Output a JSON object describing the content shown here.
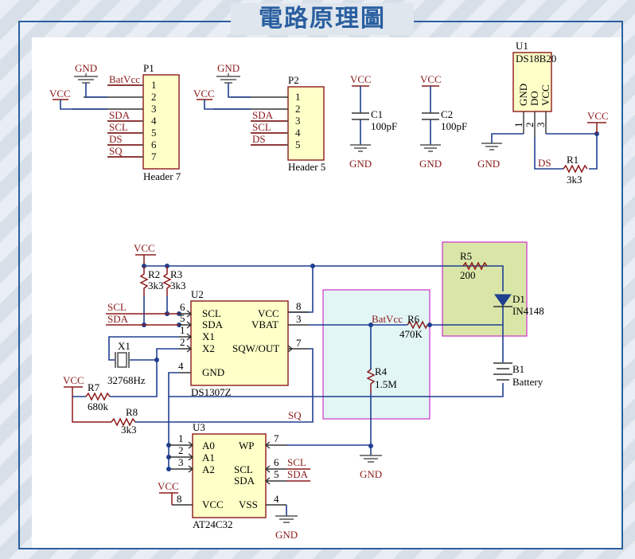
{
  "title": "電路原理圖",
  "p1": {
    "designator": "P1",
    "name": "Header 7",
    "pins": [
      "1",
      "2",
      "3",
      "4",
      "5",
      "6",
      "7"
    ],
    "nets": [
      "BatVcc",
      "",
      "SDA",
      "SCL",
      "DS",
      "SQ"
    ],
    "gnd": "GND",
    "vcc": "VCC"
  },
  "p2": {
    "designator": "P2",
    "name": "Header 5",
    "pins": [
      "1",
      "2",
      "3",
      "4",
      "5"
    ],
    "nets": [
      "SDA",
      "SCL",
      "DS"
    ],
    "gnd": "GND",
    "vcc": "VCC"
  },
  "c1": {
    "designator": "C1",
    "value": "100pF",
    "vcc": "VCC",
    "gnd": "GND"
  },
  "c2": {
    "designator": "C2",
    "value": "100pF",
    "vcc": "VCC",
    "gnd": "GND"
  },
  "u1": {
    "designator": "U1",
    "name": "DS18B20",
    "pin_names": [
      "GND",
      "DO",
      "VCC"
    ],
    "pin_nums": [
      "1",
      "2",
      "3"
    ],
    "gnd": "GND",
    "vcc": "VCC",
    "ds": "DS",
    "r1": "R1",
    "r1_value": "3k3"
  },
  "rtc": {
    "vcc": "VCC",
    "r2": "R2",
    "r2_value": "3k3",
    "r3": "R3",
    "r3_value": "3k3",
    "scl": "SCL",
    "sda": "SDA",
    "u2": "U2",
    "u2_name": "DS1307Z",
    "u2_left": [
      "SCL",
      "SDA",
      "X1",
      "X2",
      "GND"
    ],
    "u2_left_nums": [
      "6",
      "5",
      "1",
      "2",
      "4"
    ],
    "u2_right": [
      "VCC",
      "VBAT",
      "SQW/OUT"
    ],
    "u2_right_nums": [
      "8",
      "3",
      "7"
    ],
    "x1": "X1",
    "x1_value": "32768Hz",
    "r7": "R7",
    "r7_value": "680k",
    "r8": "R8",
    "r8_value": "3k3",
    "sq": "SQ",
    "vcc2": "VCC"
  },
  "battery": {
    "r5": "R5",
    "r5_value": "200",
    "d1": "D1",
    "d1_value": "IN4148",
    "batvcc": "BatVcc",
    "r6": "R6",
    "r6_value": "470K",
    "r4": "R4",
    "r4_value": "1.5M",
    "b1": "B1",
    "b1_value": "Battery",
    "gnd": "GND"
  },
  "eeprom": {
    "u3": "U3",
    "name": "AT24C32",
    "left": [
      "A0",
      "A1",
      "A2"
    ],
    "left_nums": [
      "1",
      "2",
      "3"
    ],
    "wp": "WP",
    "wp_num": "7",
    "scl": "SCL",
    "sda": "SDA",
    "scl_num": "6",
    "sda_num": "5",
    "vcc": "VCC",
    "vss": "VSS",
    "vcc_num": "8",
    "vss_num": "4",
    "vcc_net": "VCC",
    "gnd": "GND",
    "scl_net": "SCL",
    "sda_net": "SDA"
  },
  "colors": {
    "accent": "#2a5fa0",
    "body": "#ffffc8",
    "wire": "#1f3f8f",
    "blue_zone": "#e3f6f6",
    "green_zone": "#d9e6a8",
    "zone_border": "#cc33cc"
  }
}
